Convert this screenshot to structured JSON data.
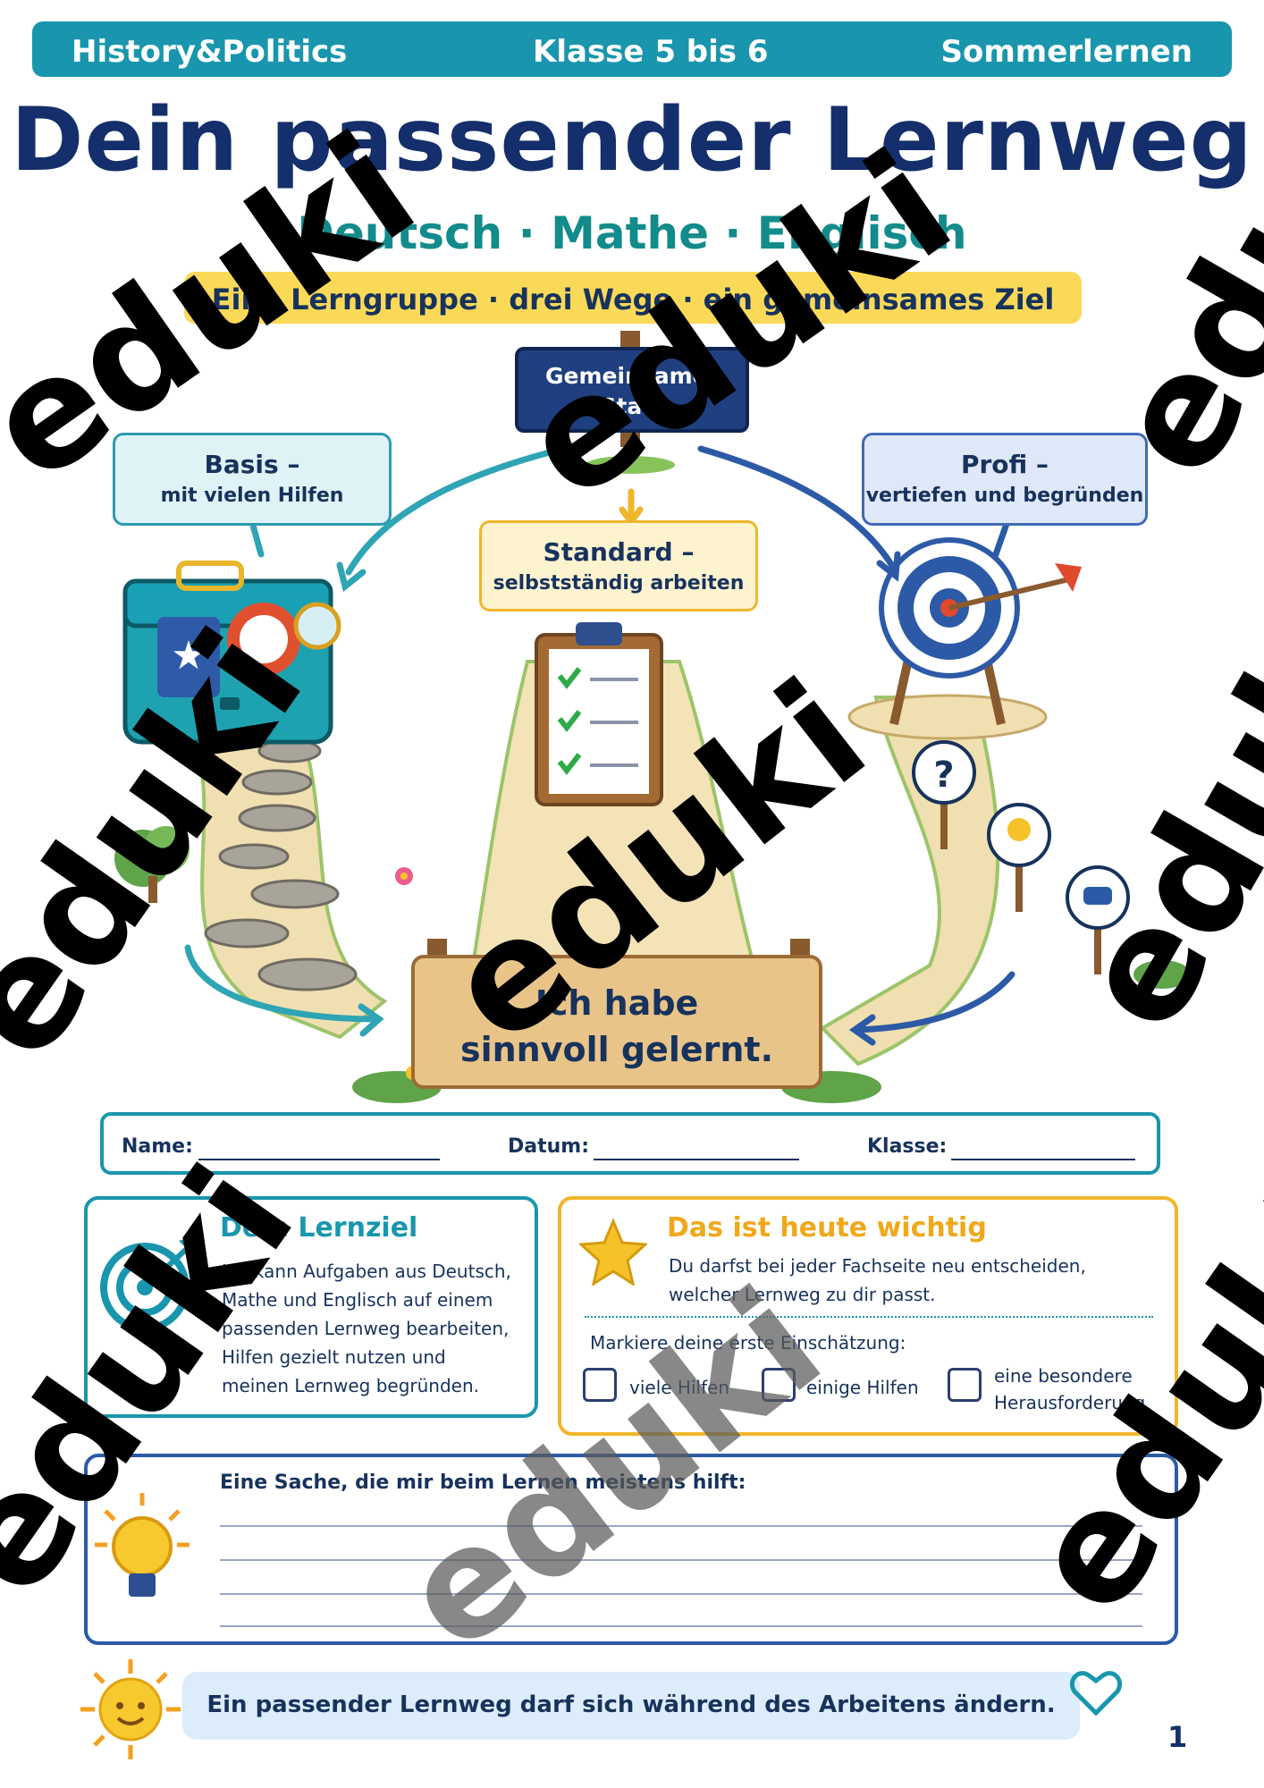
{
  "header": {
    "left": "History&Politics",
    "center": "Klasse 5 bis 6",
    "right": "Sommerlernen"
  },
  "title": "Dein passender Lernweg",
  "subtitle": "Deutsch · Mathe · Englisch",
  "banner": "Eine Lerngruppe · drei Wege · ein gemeinsames Ziel",
  "start_sign": {
    "line1": "Gemeinsamer",
    "line2": "Start"
  },
  "paths": {
    "basis": {
      "title": "Basis –",
      "sub": "mit vielen Hilfen"
    },
    "standard": {
      "title": "Standard –",
      "sub": "selbstständig arbeiten"
    },
    "profi": {
      "title": "Profi –",
      "sub": "vertiefen und begründen"
    }
  },
  "end_sign": {
    "line1": "Ich habe",
    "line2": "sinnvoll gelernt."
  },
  "form": {
    "name": "Name:",
    "datum": "Datum:",
    "klasse": "Klasse:"
  },
  "goal_card": {
    "title": "Dein Lernziel",
    "lines": [
      "Ich kann Aufgaben aus Deutsch,",
      "Mathe und Englisch auf einem",
      "passenden Lernweg bearbeiten,",
      "Hilfen gezielt nutzen und",
      "meinen Lernweg begründen."
    ]
  },
  "important_card": {
    "title": "Das ist heute wichtig",
    "lines": [
      "Du darfst bei jeder Fachseite neu entscheiden,",
      "welcher Lernweg zu dir passt."
    ],
    "prompt": "Markiere deine erste Einschätzung:",
    "options": [
      "viele Hilfen",
      "einige Hilfen",
      "eine besondere",
      "Herausforderung"
    ]
  },
  "helps_card": {
    "title": "Eine Sache, die mir beim Lernen meistens hilft:"
  },
  "footer": "Ein passender Lernweg darf sich während des Arbeitens ändern.",
  "page_number": "1",
  "watermark": "eduki",
  "colors": {
    "teal": "#1996ad",
    "navy": "#142f6b",
    "yellow": "#fbd958",
    "orange": "#f0b62b",
    "blue": "#2d5aa6"
  }
}
